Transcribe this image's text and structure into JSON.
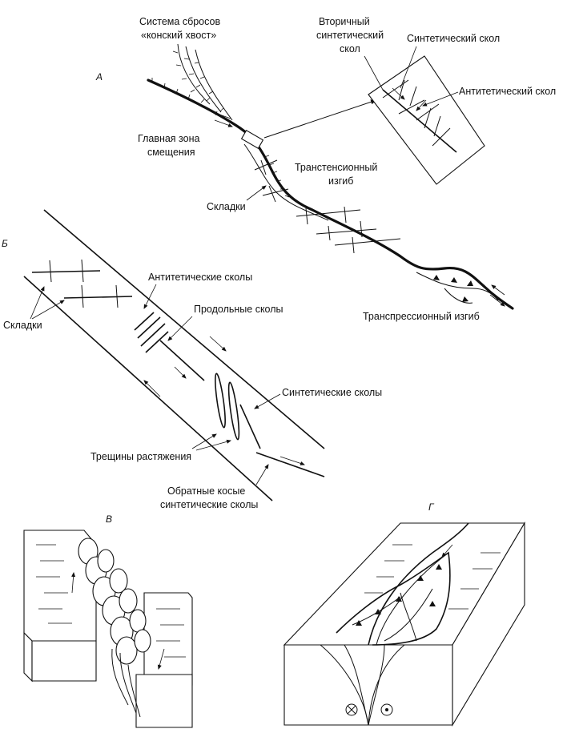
{
  "panels": {
    "a": "А",
    "b": "Б",
    "v": "В",
    "g": "Г"
  },
  "panel_a": {
    "horsetail_1": "Система сбросов",
    "horsetail_2": "«конский хвост»",
    "secondary_1": "Вторичный",
    "secondary_2": "синтетический",
    "secondary_3": "скол",
    "synthetic": "Синтетический скол",
    "antithetic": "Антитетический скол",
    "pdz_1": "Главная зона",
    "pdz_2": "смещения",
    "transtension_1": "Транстенсионный",
    "transtension_2": "изгиб",
    "folds": "Складки",
    "transpression": "Транспрессионный изгиб"
  },
  "panel_b": {
    "antithetic": "Антитетические сколы",
    "longitudinal": "Продольные сколы",
    "folds": "Складки",
    "synthetic": "Синтетические сколы",
    "tension": "Трещины растяжения",
    "reverse_1": "Обратные косые",
    "reverse_2": "синтетические сколы"
  }
}
